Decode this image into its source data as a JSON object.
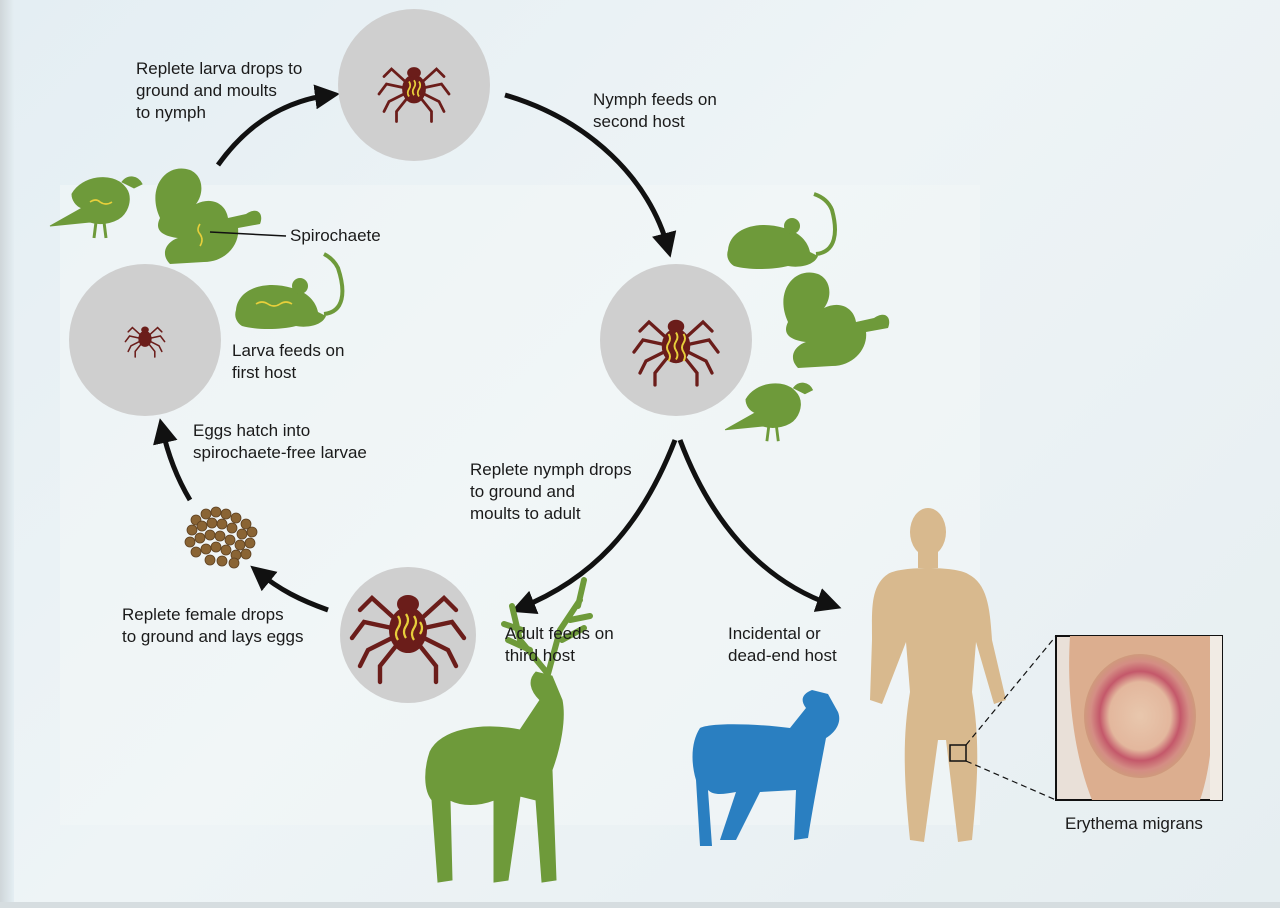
{
  "colors": {
    "host_green": "#6e9a3a",
    "tick_red": "#6b1d1a",
    "spirochaete_yellow": "#e7cf3b",
    "circle_gray": "#cfcfcf",
    "human_tan": "#d8b98e",
    "dog_blue": "#2a7fc1",
    "eggs_brown": "#8a6434",
    "arrow_black": "#111111",
    "rash_red": "#b8505a"
  },
  "icons": {
    "larva": "larva-tick-icon",
    "replete_larva": "replete-larva-tick-icon",
    "nymph": "nymph-tick-icon",
    "adult": "adult-tick-icon",
    "eggs": "tick-eggs-icon",
    "human": "human-icon",
    "dog": "dog-icon",
    "deer": "deer-icon",
    "bird": "bird-icon",
    "squirrel": "squirrel-icon",
    "mouse": "mouse-icon"
  },
  "labels": {
    "replete_larva": "Replete larva drops to\nground and moults\nto nymph",
    "nymph_feeds": "Nymph feeds on\nsecond host",
    "spirochaete": "Spirochaete",
    "larva_feeds": "Larva feeds on\nfirst host",
    "eggs_hatch": "Eggs hatch into\nspirochaete-free larvae",
    "replete_nymph": "Replete nymph drops\nto ground and\nmoults to adult",
    "replete_female": "Replete female drops\nto ground and lays eggs",
    "adult_feeds": "Adult feeds on\nthird host",
    "incidental": "Incidental or\ndead-end host",
    "erythema": "Erythema migrans"
  }
}
